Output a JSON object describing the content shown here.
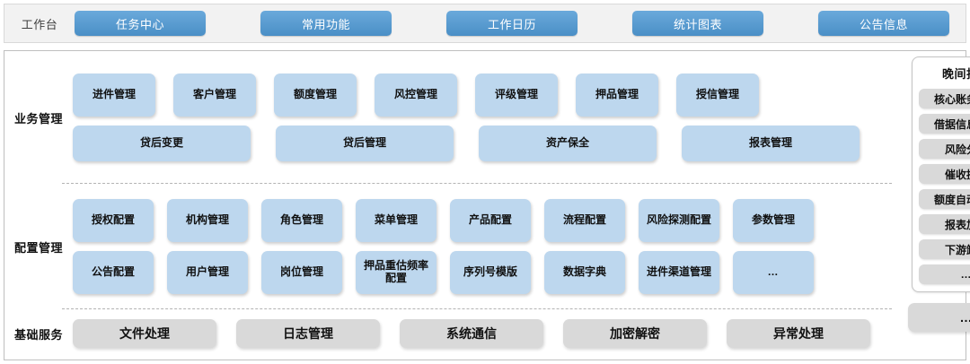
{
  "topbar": {
    "label": "工作台",
    "tabs": [
      {
        "label": "任务中心"
      },
      {
        "label": "常用功能"
      },
      {
        "label": "工作日历"
      },
      {
        "label": "统计图表"
      },
      {
        "label": "公告信息"
      }
    ],
    "accent_color": "#4a8fc6",
    "background": "#f2f2f2"
  },
  "bands": [
    {
      "label": "业务管理",
      "rows": [
        [
          "进件管理",
          "客户管理",
          "额度管理",
          "风控管理",
          "评级管理",
          "押品管理",
          "授信管理"
        ],
        [
          "贷后变更",
          "贷后管理",
          "资产保全",
          "报表管理"
        ]
      ]
    },
    {
      "label": "配置管理",
      "rows": [
        [
          "授权配置",
          "机构管理",
          "角色管理",
          "菜单管理",
          "产品配置",
          "流程配置",
          "风险探测配置",
          "参数管理"
        ],
        [
          "公告配置",
          "用户管理",
          "岗位管理",
          "押品重估频率配置",
          "序列号模版",
          "数据字典",
          "进件渠道管理",
          "…"
        ]
      ]
    },
    {
      "label": "基础服务",
      "rows": [
        [
          "文件处理",
          "日志管理",
          "系统通信",
          "加密解密",
          "异常处理"
        ]
      ]
    }
  ],
  "right_panel": {
    "title": "晚间批量",
    "items": [
      "核心账务对账",
      "借据信息同步",
      "风险分类",
      "催收提醒",
      "额度自动失效",
      "报表加工",
      "下游卸数",
      "…"
    ],
    "more_label": "…"
  },
  "colors": {
    "card_blue": "#bdd7ee",
    "card_gray": "#d9d9d9",
    "tab_blue": "#4a8fc6",
    "frame_border": "#bfbfbf"
  }
}
